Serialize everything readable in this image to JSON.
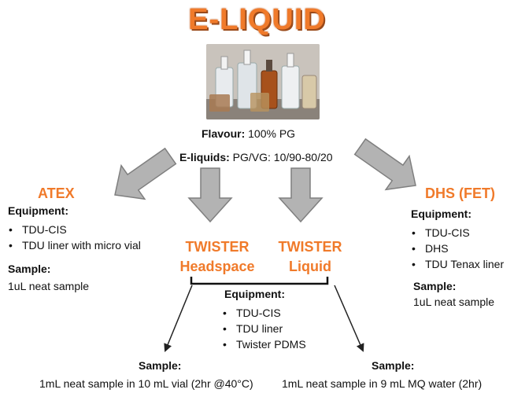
{
  "title": "E-LIQUID",
  "flavour": {
    "label": "Flavour:",
    "value": "100% PG"
  },
  "eliquids": {
    "label": "E-liquids:",
    "value": "PG/VG: 10/90-80/20"
  },
  "atex": {
    "title": "ATEX",
    "equipment_label": "Equipment:",
    "equipment": [
      "TDU-CIS",
      "TDU liner with micro vial"
    ],
    "sample_label": "Sample:",
    "sample": "1uL neat sample"
  },
  "twister_headspace": {
    "line1": "TWISTER",
    "line2": "Headspace"
  },
  "twister_liquid": {
    "line1": "TWISTER",
    "line2": "Liquid"
  },
  "twister_shared": {
    "equipment_label": "Equipment:",
    "equipment": [
      "TDU-CIS",
      "TDU liner",
      "Twister PDMS"
    ]
  },
  "dhs": {
    "title": "DHS (FET)",
    "equipment_label": "Equipment:",
    "equipment": [
      "TDU-CIS",
      "DHS",
      "TDU Tenax liner"
    ],
    "sample_label": "Sample:",
    "sample": "1uL neat sample"
  },
  "sample_headspace": {
    "label": "Sample:",
    "value": "1mL neat sample in 10 mL vial (2hr @40°C)"
  },
  "sample_liquid": {
    "label": "Sample:",
    "value": "1mL neat sample in 9 mL MQ water (2hr)"
  },
  "colors": {
    "accent": "#f07a2a",
    "arrow_fill": "#b3b3b3",
    "arrow_stroke": "#7f7f7f"
  }
}
